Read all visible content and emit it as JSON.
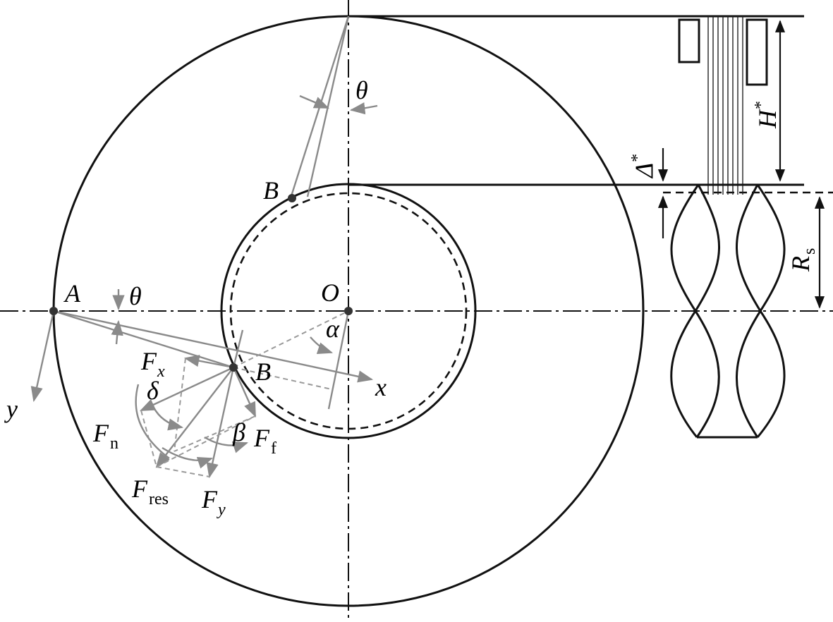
{
  "labels": {
    "theta_top": "θ",
    "B_top": "B",
    "A": "A",
    "theta_mid": "θ",
    "O": "O",
    "alpha": "α",
    "B_mid": "B",
    "x_axis": "x",
    "y_axis": "y",
    "Fx_main": "F",
    "Fx_sub": "x",
    "delta": "δ",
    "Fn_main": "F",
    "Fn_sub": "n",
    "beta": "β",
    "Ff_main": "F",
    "Ff_sub": "f",
    "Fres_main": "F",
    "Fres_sub": "res",
    "Fy_main": "F",
    "Fy_sub": "y",
    "H_main": "H",
    "H_sup": "*",
    "Delta_main": "Δ",
    "Delta_sup": "*",
    "Rs_main": "R",
    "Rs_sub": "s"
  },
  "colors": {
    "outline": "#111111",
    "force_vectors": "#8a8a8a"
  }
}
